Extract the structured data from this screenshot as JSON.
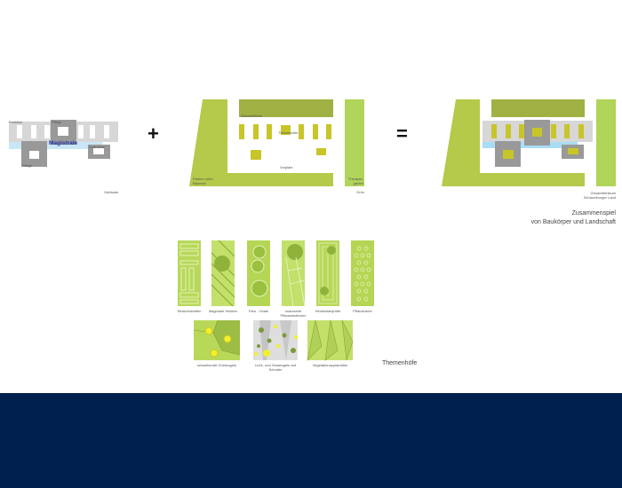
{
  "diagram_buildings": {
    "labels": {
      "function": "Funktion",
      "care_top": "Pflege",
      "care_bottom": "Pflege",
      "ambulance": "Ambulanz",
      "magistrale": "Magistrale"
    },
    "caption": "Gebäude"
  },
  "operators": {
    "plus": "+",
    "equals": "="
  },
  "diagram_green": {
    "labels": {
      "water": "Wasserfläche",
      "courtyards": "Themenhöfe",
      "forecourt": "Vorplatz",
      "parking": "Parken unter Bäumen",
      "therapy": "Therapie-garten"
    },
    "caption": "Grün"
  },
  "diagram_combined": {
    "caption_line1": "Gesamtklinikum",
    "caption_line2": "Schaumburger Land"
  },
  "title": {
    "line1": "Zusammenspiel",
    "line2": "von Baukörper und Landschaft"
  },
  "courtyards": {
    "row1": [
      {
        "label": "Strauchstreifen"
      },
      {
        "label": "diagonale Hecken"
      },
      {
        "label": "Farn - Ovale"
      },
      {
        "label": "nuancierte Pflanzstrukturen"
      },
      {
        "label": "Heckenlabyrinth"
      },
      {
        "label": "Pflanzinseln"
      }
    ],
    "row2": [
      {
        "label": "schwebende Grünkugeln"
      },
      {
        "label": "Licht- und Graskugeln auf Schotter"
      },
      {
        "label": "Vegetationspyramiden"
      }
    ],
    "heading": "Themenhöfe"
  },
  "colors": {
    "green": "#b5c94a",
    "dark_green": "#a1b043",
    "yellow": "#c8c529",
    "gray": "#999999",
    "footer": "#00204f"
  }
}
